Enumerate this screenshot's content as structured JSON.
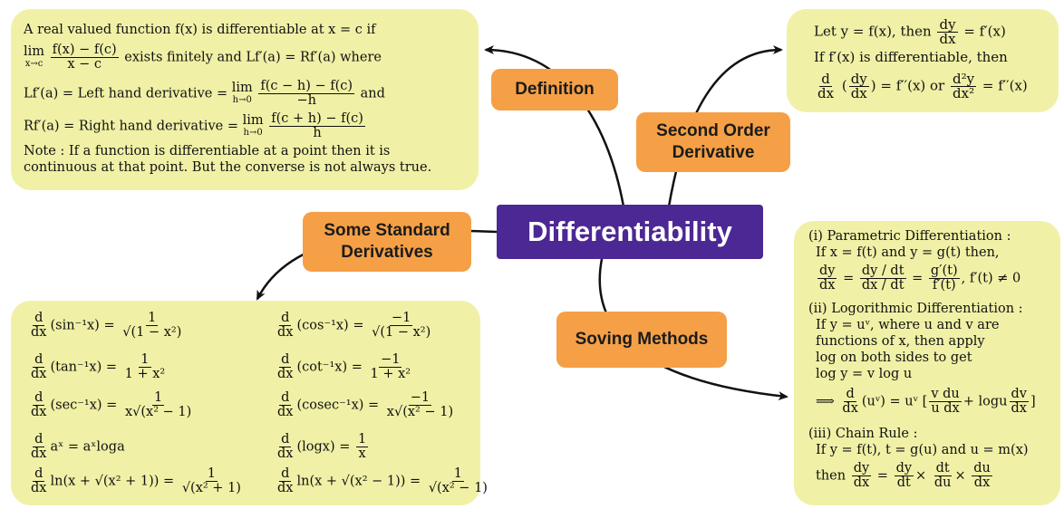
{
  "center": {
    "title": "Differentiability"
  },
  "labels": {
    "definition": "Definition",
    "second_order_1": "Second Order",
    "second_order_2": "Derivative",
    "standard_1": "Some Standard",
    "standard_2": "Derivatives",
    "methods": "Soving Methods"
  },
  "definition_box": {
    "line1": "A real valued function f(x) is differentiable at x = c if",
    "lim": "lim",
    "lim_sub": "x→c",
    "frac1_num": "f(x) − f(c)",
    "frac1_den": "x − c",
    "line2_rest": "exists finitely and Lf′(a) = Rf′(a) where",
    "lhd_text": "Lf′(a) = Left hand derivative =",
    "lim_sub_h": "h→0",
    "lhd_num": "f(c − h) − f(c)",
    "lhd_den": "−h",
    "and": "and",
    "rhd_text": "Rf′(a) = Right hand derivative =",
    "rhd_num": "f(c + h) − f(c)",
    "rhd_den": "h",
    "note1": "Note : If a function is differentiable at a point then it is",
    "note2": "continuous at that point. But the converse is not always true."
  },
  "second_box": {
    "l1a": "Let y = f(x), then",
    "dy": "dy",
    "dx": "dx",
    "l1b": "= f′(x)",
    "l2": "If f′(x) is differentiable, then",
    "d": "d",
    "l3a": "= f′′(x) or",
    "d2y": "d²y",
    "dx2": "dx²",
    "l3b": "= f′′(x)"
  },
  "std_box": {
    "items": [
      {
        "lhs": "(sin⁻¹x) =",
        "num": "1",
        "den": "√(1 − x²)"
      },
      {
        "lhs": "(cos⁻¹x) =",
        "num": "−1",
        "den": "√(1 − x²)"
      },
      {
        "lhs": "(tan⁻¹x) =",
        "num": "1",
        "den": "1 + x²"
      },
      {
        "lhs": "(cot⁻¹x) =",
        "num": "−1",
        "den": "1 + x²"
      },
      {
        "lhs": "(sec⁻¹x) =",
        "num": "1",
        "den": "x√(x² − 1)"
      },
      {
        "lhs": "(cosec⁻¹x) =",
        "num": "−1",
        "den": "x√(x² − 1)"
      },
      {
        "lhs": "aˣ = aˣloga",
        "num": "",
        "den": ""
      },
      {
        "lhs": "(logx) =",
        "num": "1",
        "den": "x"
      },
      {
        "lhs": "ln(x + √(x² + 1)) =",
        "num": "1",
        "den": "√(x² + 1)"
      },
      {
        "lhs": "ln(x + √(x² − 1)) =",
        "num": "1",
        "den": "√(x² − 1)"
      }
    ],
    "d": "d",
    "dx": "dx"
  },
  "methods_box": {
    "p1": "(i) Parametric Differentiation :",
    "p2": "If x = f(t) and y = g(t) then,",
    "p3_dy": "dy",
    "p3_dx": "dx",
    "p3_num2": "dy / dt",
    "p3_den2": "dx / dt",
    "p3_num3": "g′(t)",
    "p3_den3": "f′(t)",
    "p3_tail": ", f′(t) ≠ 0",
    "l1": "(ii) Logorithmic Differentiation :",
    "l2": "If y = uᵛ, where u and v are",
    "l3": "functions of x, then apply",
    "l4": "log on both sides to get",
    "l5": "log y = v log u",
    "l6a": "⟹",
    "l6b": "(uᵛ) = uᵛ",
    "l6c_num": "v du",
    "l6c_den": "u dx",
    "l6d": "+ logu",
    "l6e_num": "dv",
    "l6e_den": "dx",
    "c1": "(iii) Chain Rule :",
    "c2": "If y = f(t), t = g(u) and u = m(x)",
    "c3": "then",
    "c_dt": "dt",
    "c_du": "du",
    "times": "×"
  },
  "colors": {
    "box": "#f0f1a6",
    "label": "#f5a046",
    "center": "#4c2894"
  }
}
